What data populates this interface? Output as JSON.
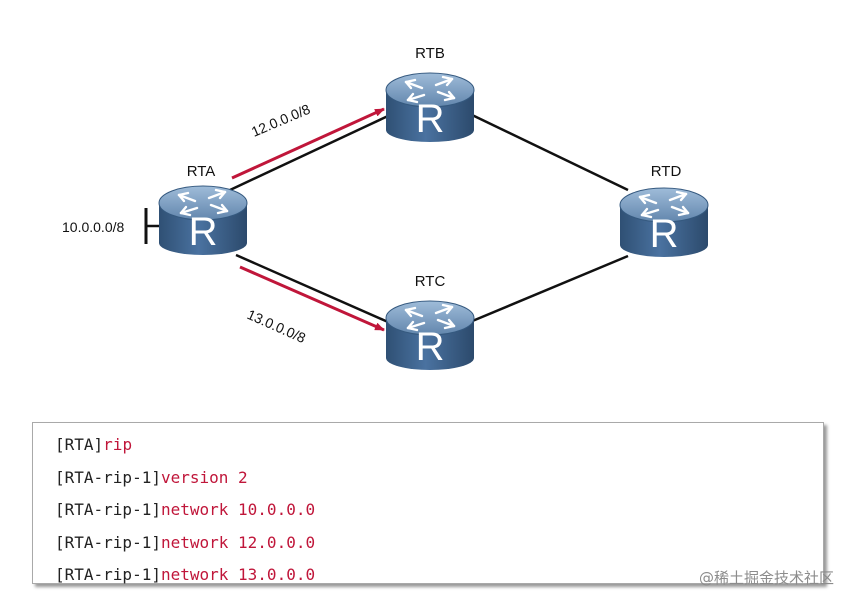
{
  "routers": [
    {
      "id": "rta",
      "name": "RTA",
      "glyph": "R"
    },
    {
      "id": "rtb",
      "name": "RTB",
      "glyph": "R"
    },
    {
      "id": "rtc",
      "name": "RTC",
      "glyph": "R"
    },
    {
      "id": "rtd",
      "name": "RTD",
      "glyph": "R"
    }
  ],
  "networks": {
    "stub": "10.0.0.0/8",
    "upper": "12.0.0.0/8",
    "lower": "13.0.0.0/8"
  },
  "colors": {
    "router_body": "#3a5f86",
    "router_top": "#6f93ba",
    "arrow": "#c0163a",
    "command": "#c0163a",
    "link": "#111111"
  },
  "config": [
    {
      "prompt": "[RTA]",
      "command": "rip"
    },
    {
      "prompt": "[RTA-rip-1]",
      "command": "version 2"
    },
    {
      "prompt": "[RTA-rip-1]",
      "command": "network 10.0.0.0"
    },
    {
      "prompt": "[RTA-rip-1]",
      "command": "network 12.0.0.0"
    },
    {
      "prompt": "[RTA-rip-1]",
      "command": "network 13.0.0.0"
    }
  ],
  "watermark": "@稀土掘金技术社区"
}
